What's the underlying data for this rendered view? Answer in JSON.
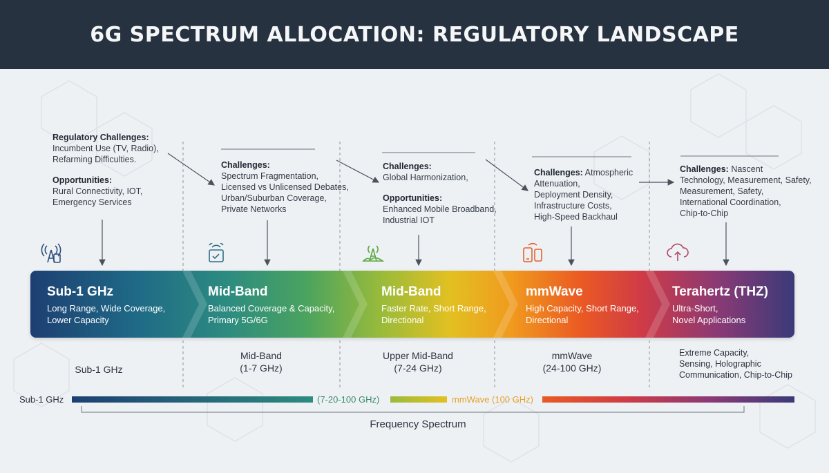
{
  "title": "6G SPECTRUM ALLOCATION: REGULATORY LANDSCAPE",
  "notes": {
    "sub1": {
      "challenges_head": "Regulatory Challenges:",
      "challenges_lines": [
        "Incumbent Use (TV, Radio),",
        "Refarming Difficulties."
      ],
      "opportunities_head": "Opportunities:",
      "opportunities_lines": [
        "Rural Connectivity, IOT,",
        "Emergency Services"
      ]
    },
    "midband": {
      "challenges_head": "Challenges:",
      "challenges_lines": [
        "Spectrum Fragmentation,",
        "Licensed vs Unlicensed Debates,",
        "Urban/Suburban Coverage,",
        "Private Networks"
      ]
    },
    "upper_mid": {
      "challenges_head": "Challenges:",
      "challenges_lines": [
        "Global Harmonization,"
      ],
      "opportunities_head": "Opportunities:",
      "opportunities_lines": [
        "Enhanced Mobile Broadband,",
        "Industrial IOT"
      ]
    },
    "mmwave": {
      "challenges_head": "Challenges:",
      "challenges_first": " Atmospheric",
      "challenges_lines": [
        "Attenuation,",
        "Deployment Density,",
        "Infrastructure Costs,",
        "High-Speed Backhaul"
      ]
    },
    "thz": {
      "challenges_head": "Challenges:",
      "challenges_first": " Nascent",
      "challenges_lines": [
        "Technology, Measurement, Safety,",
        "Measurement, Safety,",
        "International Coordination,",
        "Chip-to-Chip"
      ]
    }
  },
  "segments": [
    {
      "name": "Sub-1 GHz",
      "desc": [
        "Long Range, Wide Coverage,",
        "Lower Capacity"
      ]
    },
    {
      "name": "Mid-Band",
      "desc": [
        "Balanced Coverage & Capacity,",
        "Primary 5G/6G"
      ]
    },
    {
      "name": "Mid-Band",
      "desc": [
        "Faster Rate, Short Range,",
        "Directional"
      ]
    },
    {
      "name": "mmWave",
      "desc": [
        "High Capacity, Short Range,",
        "Directional"
      ]
    },
    {
      "name": "Terahertz (THZ)",
      "desc": [
        "Ultra-Short,",
        "Novel Applications"
      ]
    }
  ],
  "below_labels": {
    "sub1": "Sub-1 GHz",
    "midband": [
      "Mid-Band",
      "(1-7 GHz)"
    ],
    "upper_mid": [
      "Upper Mid-Band",
      "(7-24 GHz)"
    ],
    "mmwave": [
      "mmWave",
      "(24-100 GHz)"
    ],
    "thz": [
      "Extreme Capacity,",
      "Sensing, Holographic",
      "Communication, Chip-to-Chip"
    ]
  },
  "scale": {
    "left_label": "Sub-1 GHz",
    "text_1": "(7-20-100 GHz)",
    "text_2": "mmWave (100 GHz)",
    "axis_label": "Frequency Spectrum"
  },
  "icons": [
    "antenna-tower-icon",
    "router-device-icon",
    "cell-tower-icon",
    "mobile-devices-icon",
    "cloud-upload-icon"
  ],
  "colors": {
    "header_bg": "#26323f",
    "sub1": "#1d3f72",
    "midband": "#2d8c80",
    "upper_mid": "#d9c01f",
    "mmwave": "#ea5a23",
    "thz": "#3a3a79"
  }
}
